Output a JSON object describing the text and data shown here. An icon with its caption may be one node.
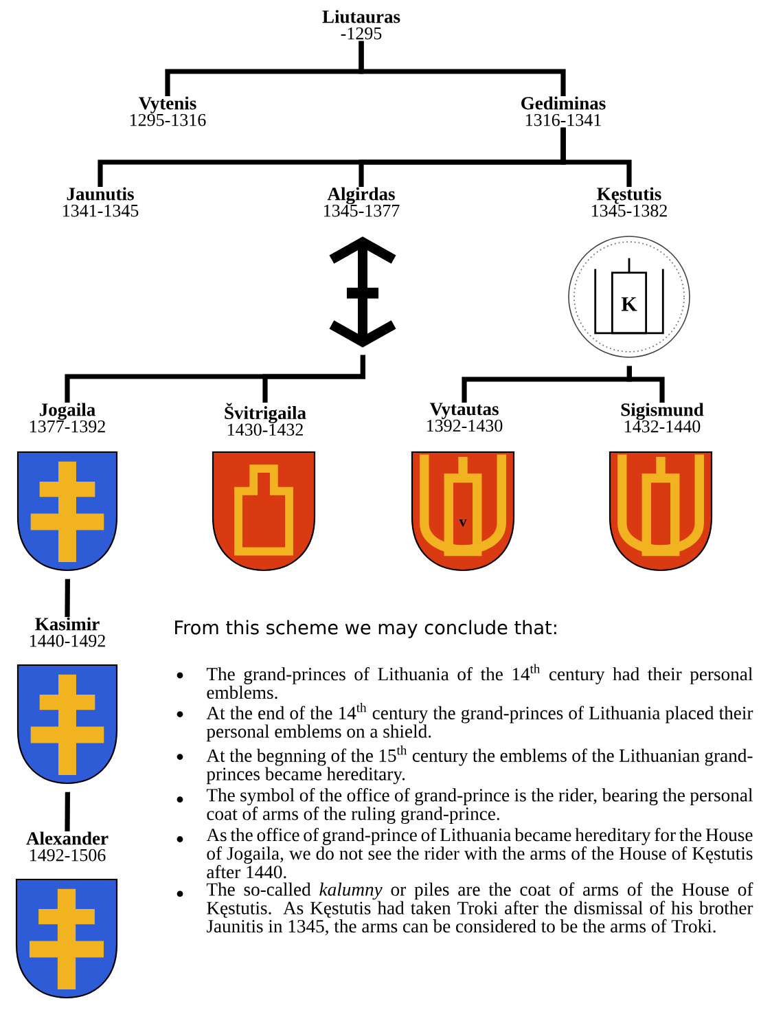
{
  "diagram": {
    "nodes": [
      {
        "text": [
          "Liutauras",
          "-1295"
        ]
      },
      {
        "text": [
          "Vytenis",
          "1295-1316"
        ]
      },
      {
        "text": [
          "Gediminas",
          "1316-1341"
        ]
      },
      {
        "text": [
          "Jaunutis",
          "1341-1345"
        ]
      },
      {
        "text": [
          "Algirdas",
          "1345-1377"
        ]
      },
      {
        "text": [
          "Kęstutis",
          "1345-1382"
        ]
      },
      {
        "text": [],
        "shape": "symbol"
      },
      {
        "text": [],
        "shape": "seal"
      },
      {
        "text": [
          "Jogaila",
          "1377-1392"
        ]
      },
      {
        "text": [
          "Švitrigaila",
          "1430-1432"
        ]
      },
      {
        "text": [
          "Vytautas",
          "1392-1430"
        ]
      },
      {
        "text": [
          "Sigismund",
          "1432-1440"
        ]
      },
      {
        "text": [],
        "shape": "shield"
      },
      {
        "text": [],
        "shape": "shield"
      },
      {
        "text": [],
        "shape": "shield"
      },
      {
        "text": [],
        "shape": "shield"
      },
      {
        "text": [
          "Kasimir",
          "1440-1492"
        ]
      },
      {
        "text": [],
        "shape": "shield"
      },
      {
        "text": [
          "Alexander",
          "1492-1506"
        ]
      },
      {
        "text": [],
        "shape": "shield"
      }
    ],
    "edges": [
      {
        "from": 0,
        "to": 1,
        "arrow": "none"
      },
      {
        "from": 0,
        "to": 2,
        "arrow": "none"
      },
      {
        "from": 2,
        "to": 3,
        "arrow": "none"
      },
      {
        "from": 2,
        "to": 4,
        "arrow": "none"
      },
      {
        "from": 2,
        "to": 5,
        "arrow": "none"
      },
      {
        "from": 6,
        "to": 8,
        "arrow": "none"
      },
      {
        "from": 6,
        "to": 9,
        "arrow": "none"
      },
      {
        "from": 7,
        "to": 10,
        "arrow": "none"
      },
      {
        "from": 7,
        "to": 11,
        "arrow": "none"
      },
      {
        "from": 12,
        "to": 16,
        "arrow": "none"
      },
      {
        "from": 17,
        "to": 18,
        "arrow": "none"
      }
    ],
    "labels": [
      "K",
      "v",
      "From this scheme we may conclude that:",
      "The grand-princes of Lithuania of the 14$^{th}$ century had their personal emblems.",
      "At the end of the 14$^{th}$ century the grand-princes of Lithuania placed their personal emblems on a shield.",
      "At the begnning of the 15$^{th}$ century the emblems of the Lithuanian grand-princes became hereditary.",
      "The symbol of the office of grand-prince is the rider, bearing the personal coat of arms of the ruling grand-prince.",
      "As the office of grand-prince of Lithuania became hereditary for the House of Jogaila, we do not see the rider with the arms of the House of Kęstutis after 1440.",
      "The so-called *kalumny* or piles are the coat of arms of the House of Kęstutis. As Kęstutis had taken Troki after the dismissal of his brother Jaunitis in 1345, the arms can be considered to be the arms of Troki."
    ]
  }
}
